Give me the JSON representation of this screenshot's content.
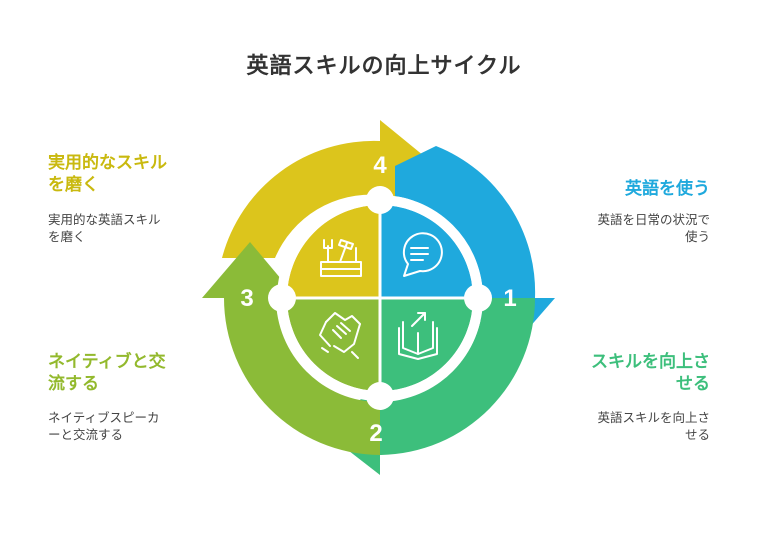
{
  "title": "英語スキルの向上サイクル",
  "colors": {
    "step1": "#1fa9dd",
    "step2": "#3dbf7c",
    "step3": "#8bbb38",
    "step4": "#dcc51c",
    "step3_label": "#93b92d",
    "step4_label": "#c9b90f"
  },
  "steps": [
    {
      "number": "1",
      "label_line1": "英語を使う",
      "label_line2": "",
      "desc_line1": "英語を日常の状況で",
      "desc_line2": "使う",
      "icon": "chat-bubble-icon"
    },
    {
      "number": "2",
      "label_line1": "スキルを向上さ",
      "label_line2": "せる",
      "desc_line1": "英語スキルを向上さ",
      "desc_line2": "せる",
      "icon": "open-book-icon"
    },
    {
      "number": "3",
      "label_line1": "ネイティブと交",
      "label_line2": "流する",
      "desc_line1": "ネイティブスピーカ",
      "desc_line2": "ーと交流する",
      "icon": "handshake-icon"
    },
    {
      "number": "4",
      "label_line1": "実用的なスキル",
      "label_line2": "を磨く",
      "desc_line1": "実用的な英語スキル",
      "desc_line2": "を磨く",
      "icon": "tools-icon"
    }
  ]
}
